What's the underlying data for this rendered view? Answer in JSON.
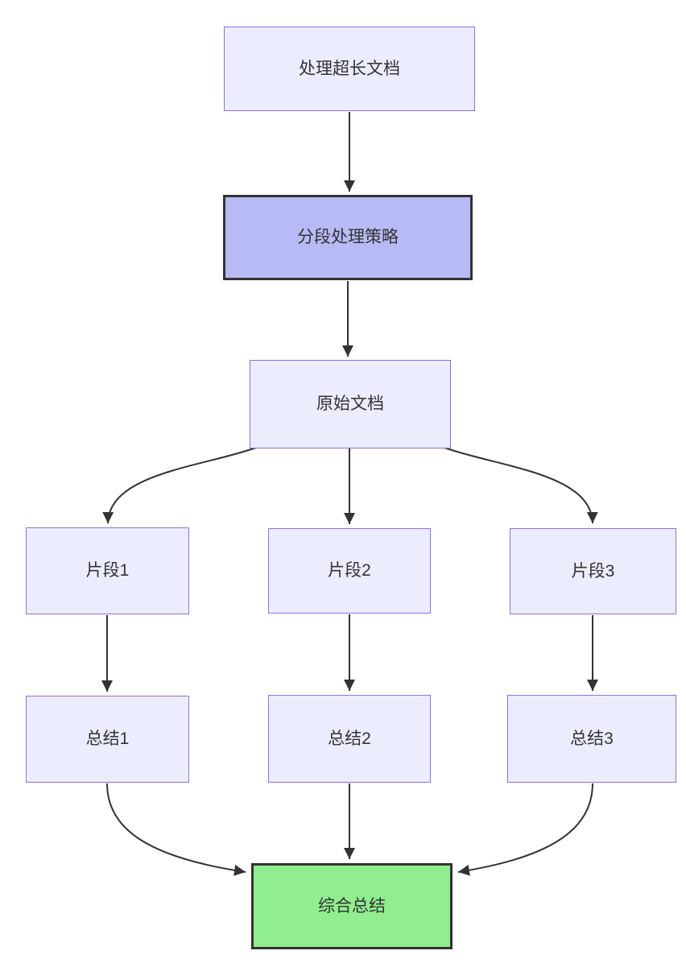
{
  "diagram": {
    "type": "flowchart",
    "direction": "top-down",
    "nodes": [
      {
        "id": "process",
        "label": "处理超长文档",
        "style": "light"
      },
      {
        "id": "strategy",
        "label": "分段处理策略",
        "style": "highlight"
      },
      {
        "id": "original",
        "label": "原始文档",
        "style": "light"
      },
      {
        "id": "frag1",
        "label": "片段1",
        "style": "light"
      },
      {
        "id": "frag2",
        "label": "片段2",
        "style": "light"
      },
      {
        "id": "frag3",
        "label": "片段3",
        "style": "light"
      },
      {
        "id": "sum1",
        "label": "总结1",
        "style": "light"
      },
      {
        "id": "sum2",
        "label": "总结2",
        "style": "light"
      },
      {
        "id": "sum3",
        "label": "总结3",
        "style": "light"
      },
      {
        "id": "final",
        "label": "综合总结",
        "style": "success"
      }
    ],
    "edges": [
      {
        "from": "process",
        "to": "strategy"
      },
      {
        "from": "strategy",
        "to": "original"
      },
      {
        "from": "original",
        "to": "frag1"
      },
      {
        "from": "original",
        "to": "frag2"
      },
      {
        "from": "original",
        "to": "frag3"
      },
      {
        "from": "frag1",
        "to": "sum1"
      },
      {
        "from": "frag2",
        "to": "sum2"
      },
      {
        "from": "frag3",
        "to": "sum3"
      },
      {
        "from": "sum1",
        "to": "final"
      },
      {
        "from": "sum2",
        "to": "final"
      },
      {
        "from": "sum3",
        "to": "final"
      }
    ],
    "colors": {
      "nodeFill": "#ECECFF",
      "nodeBorder": "#9370DB",
      "highlightFill": "#b7baf5",
      "highlightBorder": "#333333",
      "successFill": "#90EE90",
      "successBorder": "#333333",
      "edge": "#333333",
      "text": "#333333"
    }
  }
}
